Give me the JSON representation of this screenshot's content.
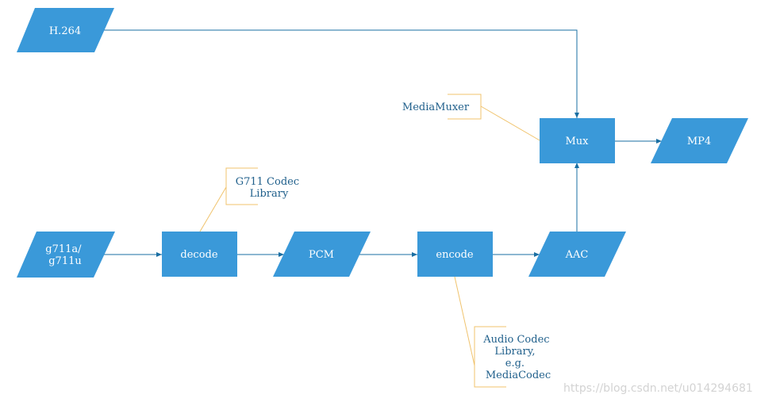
{
  "colors": {
    "node_fill": "#3a99d9",
    "edge": "#1a6fa3",
    "note_border": "#f0c36d",
    "note_text": "#1f5f8b",
    "node_text": "#ffffff",
    "watermark": "#d3d3d3"
  },
  "nodes": {
    "h264": {
      "lines": [
        "H.264"
      ]
    },
    "g711": {
      "lines": [
        "g711a/",
        "g711u"
      ]
    },
    "decode": {
      "lines": [
        "decode"
      ]
    },
    "pcm": {
      "lines": [
        "PCM"
      ]
    },
    "encode": {
      "lines": [
        "encode"
      ]
    },
    "aac": {
      "lines": [
        "AAC"
      ]
    },
    "mux": {
      "lines": [
        "Mux"
      ]
    },
    "mp4": {
      "lines": [
        "MP4"
      ]
    }
  },
  "notes": {
    "mediamuxer": {
      "lines": [
        "MediaMuxer"
      ]
    },
    "g711_codec": {
      "lines": [
        "G711 Codec",
        "Library"
      ]
    },
    "audio_codec": {
      "lines": [
        "Audio Codec",
        "Library,",
        "e.g.",
        "MediaCodec"
      ]
    }
  },
  "watermark": "https://blog.csdn.net/u014294681"
}
